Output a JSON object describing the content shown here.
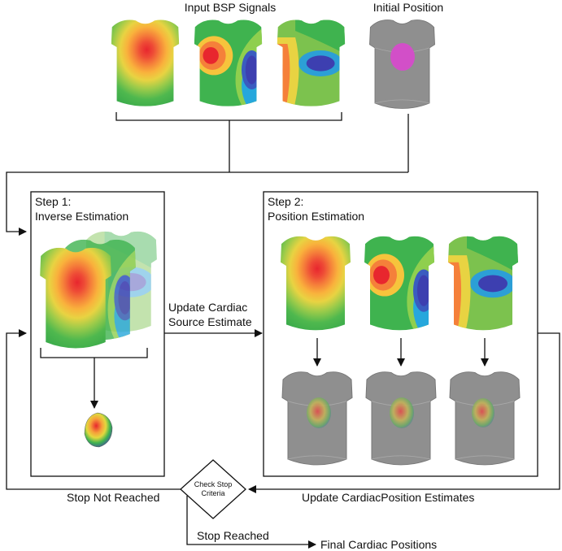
{
  "labels": {
    "input_bsp": "Input BSP Signals",
    "initial_position": "Initial Position",
    "step1_title": "Step 1:",
    "step1_subtitle": "Inverse Estimation",
    "step2_title": "Step 2:",
    "step2_subtitle": "Position Estimation",
    "update_source_line1": "Update Cardiac",
    "update_source_line2": "Source Estimate",
    "check_stop_line1": "Check Stop",
    "check_stop_line2": "Criteria",
    "stop_not_reached": "Stop Not Reached",
    "update_position": "Update CardiacPosition Estimates",
    "stop_reached": "Stop Reached",
    "final_positions": "Final Cardiac Positions"
  },
  "colors": {
    "line": "#111111",
    "torso_gray": "#8f8f8f",
    "heart_magenta": "#d24fc8",
    "map_green": "#3fb34f",
    "map_red": "#e8262e",
    "map_blue": "#3d3fb0",
    "map_cyan": "#22a8e0"
  }
}
